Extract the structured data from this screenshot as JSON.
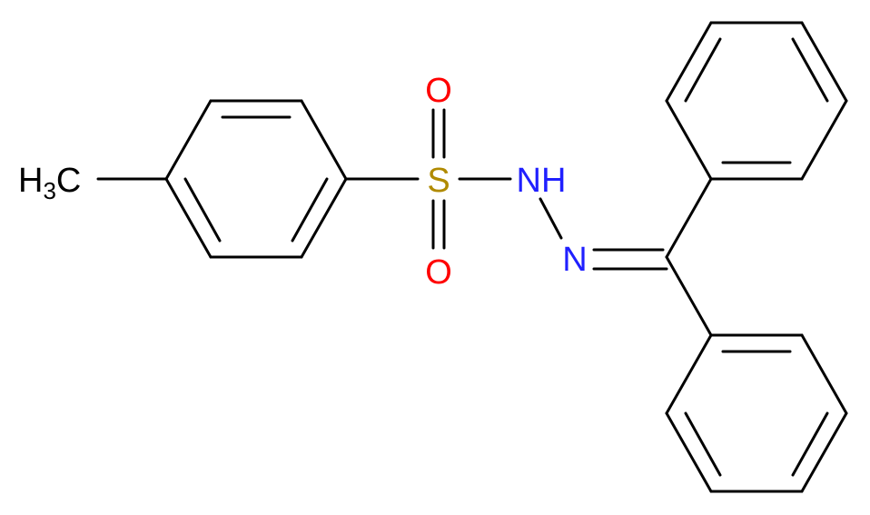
{
  "molecule": {
    "atoms": {
      "methyl": {
        "symbol": "H",
        "subscript": "3",
        "suffix": "C"
      },
      "sulfur": {
        "symbol": "S"
      },
      "oxygen_top": {
        "symbol": "O"
      },
      "oxygen_bottom": {
        "symbol": "O"
      },
      "amine": {
        "symbol": "NH"
      },
      "imine": {
        "symbol": "N"
      }
    },
    "colors": {
      "bond": "#000000",
      "carbon": "#000000",
      "sulfur": "#b08a00",
      "oxygen": "#ff0000",
      "nitrogen": "#2020ff"
    }
  }
}
